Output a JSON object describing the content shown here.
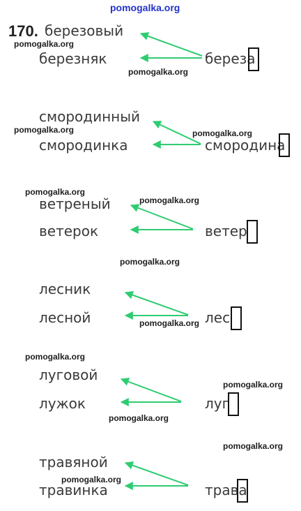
{
  "header": {
    "watermark": "pomogalka.org",
    "task_number": "170."
  },
  "watermark_text": "pomogalka.org",
  "colors": {
    "arrow": "#2ecc71",
    "text": "#3a3a3a"
  },
  "groups": [
    {
      "root": "берез",
      "ending": "а",
      "derived": [
        "березовый",
        "березняк"
      ]
    },
    {
      "root": "смородин",
      "ending": "а",
      "derived": [
        "смородинный",
        "смородинка"
      ]
    },
    {
      "root": "ветер",
      "ending": "",
      "derived": [
        "ветреный",
        "ветерок"
      ]
    },
    {
      "root": "лес",
      "ending": "",
      "derived": [
        "лесник",
        "лесной"
      ]
    },
    {
      "root": "луг",
      "ending": "",
      "derived": [
        "луговой",
        "лужок"
      ]
    },
    {
      "root": "трав",
      "ending": "а",
      "derived": [
        "травяной",
        "травинка"
      ]
    }
  ]
}
